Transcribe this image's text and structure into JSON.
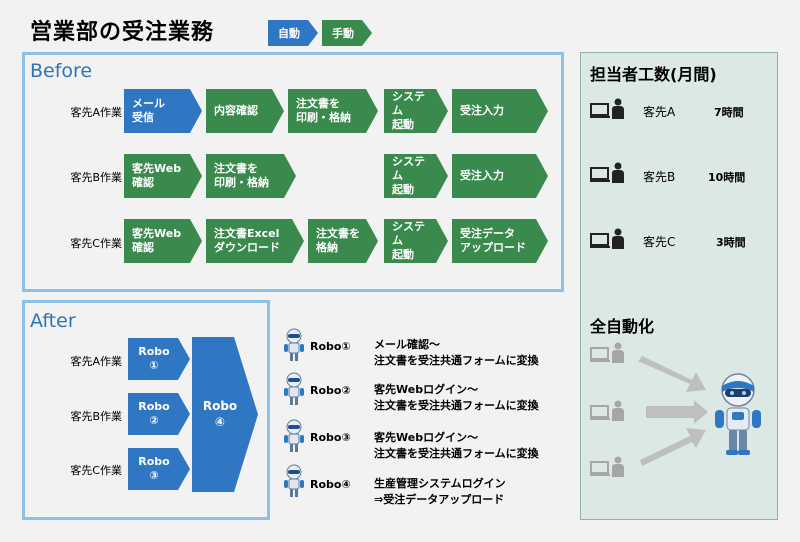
{
  "title": "営業部の受注業務",
  "legend": {
    "auto": "自動",
    "manual": "手動",
    "auto_color": "#2f77c2",
    "manual_color": "#3a8a4d"
  },
  "before": {
    "title": "Before",
    "rows": [
      {
        "label": "客先A作業",
        "blocks": [
          "メール\n受信",
          "内容確認",
          "注文書を\n印刷・格納",
          "システム\n起動",
          "受注入力"
        ]
      },
      {
        "label": "客先B作業",
        "blocks": [
          "客先Web\n確認",
          "注文書を\n印刷・格納",
          "システム\n起動",
          "受注入力"
        ]
      },
      {
        "label": "客先C作業",
        "blocks": [
          "客先Web\n確認",
          "注文書Excel\nダウンロード",
          "注文書を\n格納",
          "システム\n起動",
          "受注データ\nアップロード"
        ]
      }
    ]
  },
  "after": {
    "title": "After",
    "rows": [
      {
        "label": "客先A作業",
        "robo": "Robo\n①"
      },
      {
        "label": "客先B作業",
        "robo": "Robo\n②"
      },
      {
        "label": "客先C作業",
        "robo": "Robo\n③"
      }
    ],
    "big_robo": "Robo\n④"
  },
  "robots": [
    {
      "label": "Robo①",
      "desc": "メール確認～\n注文書を受注共通フォームに変換"
    },
    {
      "label": "Robo②",
      "desc": "客先Webログイン～\n注文書を受注共通フォームに変換"
    },
    {
      "label": "Robo③",
      "desc": "客先Webログイン～\n注文書を受注共通フォームに変換"
    },
    {
      "label": "Robo④",
      "desc": "生産管理システムログイン\n⇒受注データアップロード"
    }
  ],
  "workload": {
    "title": "担当者工数(月間)",
    "items": [
      {
        "customer": "客先A",
        "hours": "7時間"
      },
      {
        "customer": "客先B",
        "hours": "10時間"
      },
      {
        "customer": "客先C",
        "hours": "3時間"
      }
    ]
  },
  "automation": {
    "title": "全自動化"
  }
}
